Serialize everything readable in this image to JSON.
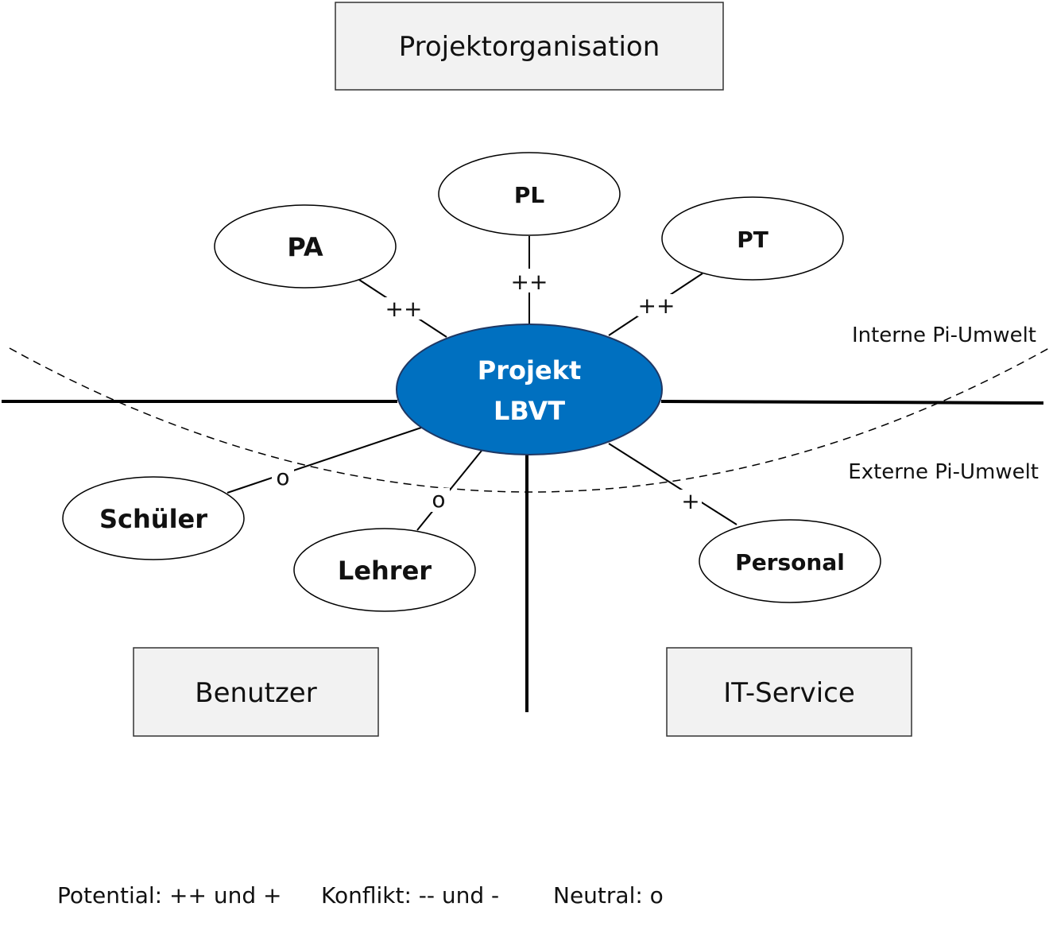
{
  "colors": {
    "center_fill": "#0070C0",
    "center_stroke": "#1F3864",
    "box_fill": "#F2F2F2",
    "line": "#000000"
  },
  "boxes": {
    "top": "Projektorganisation",
    "left": "Benutzer",
    "right": "IT-Service"
  },
  "center": {
    "line1": "Projekt",
    "line2": "LBVT"
  },
  "nodes": {
    "pa": "PA",
    "pl": "PL",
    "pt": "PT",
    "schueler": "Schüler",
    "lehrer": "Lehrer",
    "personal": "Personal"
  },
  "edges": {
    "pa": "++",
    "pl": "++",
    "pt": "++",
    "schueler": "o",
    "lehrer": "o",
    "personal": "+"
  },
  "zones": {
    "internal": "Interne Pi-Umwelt",
    "external": "Externe Pi-Umwelt"
  },
  "legend": {
    "potential": "Potential: ++ und +",
    "conflict": "Konflikt: -- und -",
    "neutral": "Neutral: o"
  }
}
